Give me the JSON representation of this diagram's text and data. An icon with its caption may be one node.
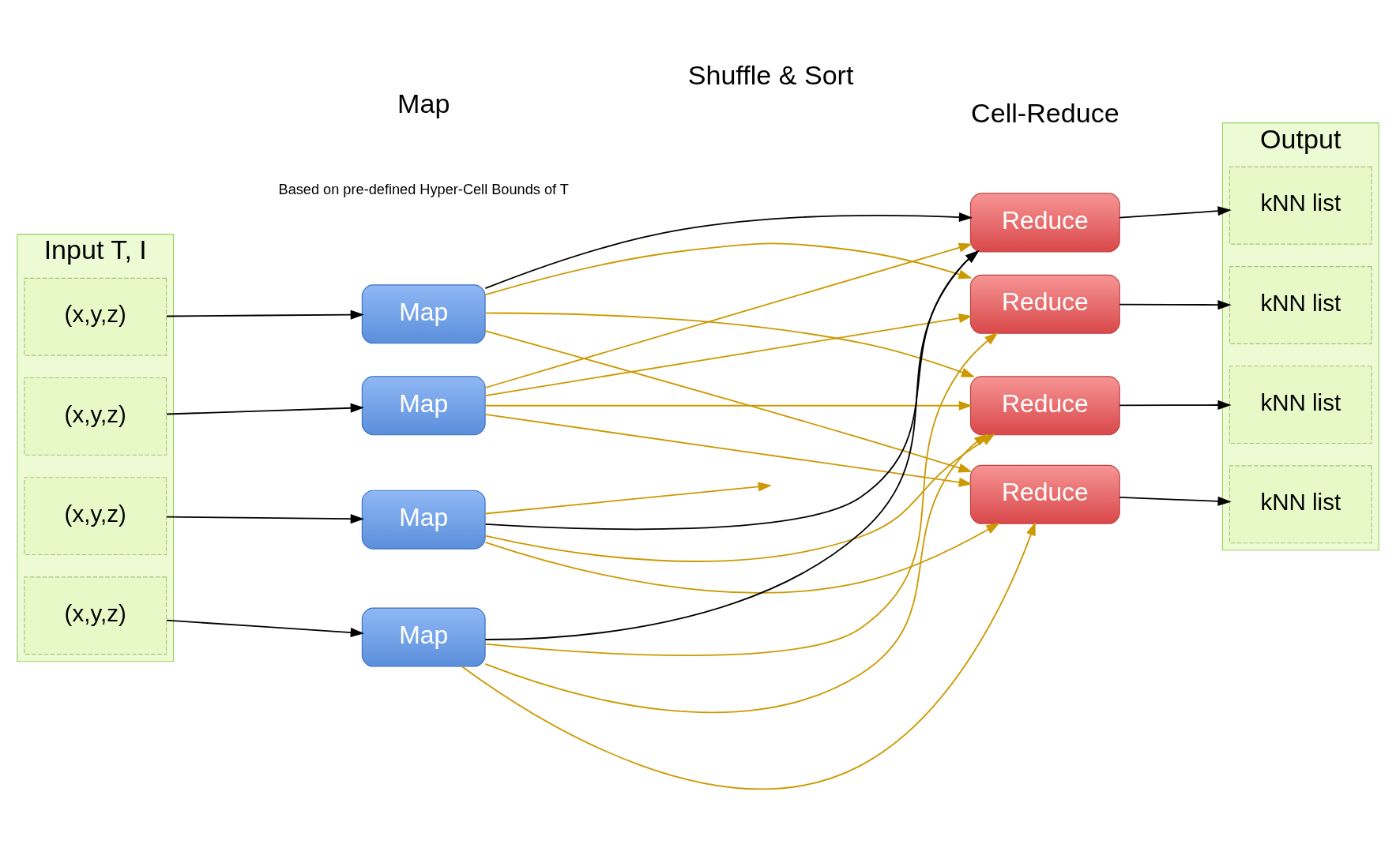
{
  "diagram": {
    "nodes": [
      {
        "text": [
          "Input T, I"
        ]
      },
      {
        "text": [
          "(x,y,z)"
        ],
        "in": 0
      },
      {
        "text": [
          "(x,y,z)"
        ],
        "in": 0
      },
      {
        "text": [
          "(x,y,z)"
        ],
        "in": 0
      },
      {
        "text": [
          "(x,y,z)"
        ],
        "in": 0
      },
      {
        "text": [
          "Map"
        ]
      },
      {
        "text": [
          "Map"
        ]
      },
      {
        "text": [
          "Map"
        ]
      },
      {
        "text": [
          "Map"
        ]
      },
      {
        "text": [
          "Reduce"
        ]
      },
      {
        "text": [
          "Reduce"
        ]
      },
      {
        "text": [
          "Reduce"
        ]
      },
      {
        "text": [
          "Reduce"
        ]
      },
      {
        "text": [
          "Output"
        ]
      },
      {
        "text": [
          "kNN list"
        ],
        "in": 13
      },
      {
        "text": [
          "kNN list"
        ],
        "in": 13
      },
      {
        "text": [
          "kNN list"
        ],
        "in": 13
      },
      {
        "text": [
          "kNN list"
        ],
        "in": 13
      }
    ],
    "edges": [
      {
        "from": 1,
        "to": 5,
        "arrow": "to",
        "color": "#000000"
      },
      {
        "from": 2,
        "to": 6,
        "arrow": "to",
        "color": "#000000"
      },
      {
        "from": 3,
        "to": 7,
        "arrow": "to",
        "color": "#000000"
      },
      {
        "from": 4,
        "to": 8,
        "arrow": "to",
        "color": "#000000"
      },
      {
        "from": 5,
        "to": 9,
        "arrow": "to",
        "color": "#000000"
      },
      {
        "from": 5,
        "to": 10,
        "arrow": "to",
        "color": "#cc9900"
      },
      {
        "from": 5,
        "to": 11,
        "arrow": "to",
        "color": "#cc9900"
      },
      {
        "from": 5,
        "to": 12,
        "arrow": "to",
        "color": "#cc9900"
      },
      {
        "from": 6,
        "to": 9,
        "arrow": "to",
        "color": "#cc9900"
      },
      {
        "from": 6,
        "to": 10,
        "arrow": "to",
        "color": "#cc9900"
      },
      {
        "from": 6,
        "to": 11,
        "arrow": "to",
        "color": "#cc9900"
      },
      {
        "from": 6,
        "to": 12,
        "arrow": "to",
        "color": "#cc9900"
      },
      {
        "from": 7,
        "to": 9,
        "arrow": "to",
        "color": "#000000"
      },
      {
        "from": 7,
        "to": null,
        "arrow": "to",
        "color": "#cc9900"
      },
      {
        "from": 7,
        "to": 11,
        "arrow": "to",
        "color": "#cc9900"
      },
      {
        "from": 7,
        "to": 12,
        "arrow": "to",
        "color": "#cc9900"
      },
      {
        "from": 8,
        "to": 9,
        "arrow": "to",
        "color": "#000000"
      },
      {
        "from": 8,
        "to": 10,
        "arrow": "to",
        "color": "#cc9900"
      },
      {
        "from": 8,
        "to": 11,
        "arrow": "to",
        "color": "#cc9900"
      },
      {
        "from": 8,
        "to": 12,
        "arrow": "to",
        "color": "#cc9900"
      },
      {
        "from": 9,
        "to": 14,
        "arrow": "to",
        "color": "#000000"
      },
      {
        "from": 10,
        "to": 15,
        "arrow": "to",
        "color": "#000000"
      },
      {
        "from": 11,
        "to": 16,
        "arrow": "to",
        "color": "#000000"
      },
      {
        "from": 12,
        "to": 17,
        "arrow": "to",
        "color": "#000000"
      }
    ],
    "labels": [
      "Map",
      "Shuffle & Sort",
      "Cell-Reduce",
      "Based on pre-defined Hyper-Cell Bounds of T"
    ]
  }
}
